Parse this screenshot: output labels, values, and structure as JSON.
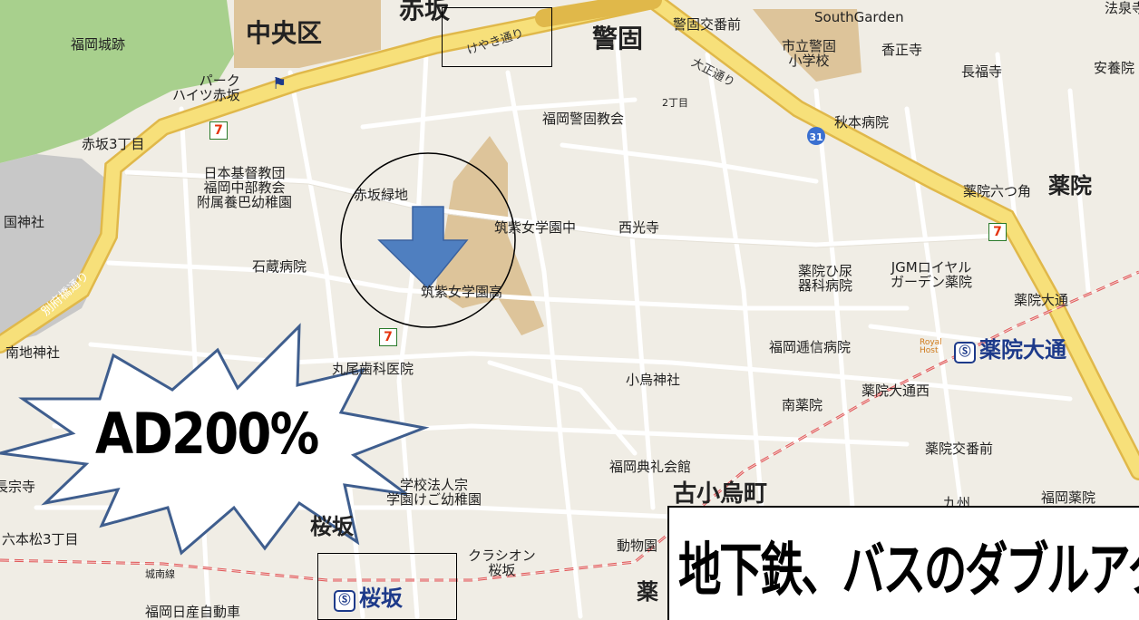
{
  "map": {
    "districts": {
      "chuo_ku": "中央区",
      "akasaka": "赤坂",
      "keigo": "警固",
      "yakuin": "薬院",
      "kosaki_machi": "古小烏町",
      "sakurazaka": "桜坂",
      "yaku_partial": "薬"
    },
    "stations": {
      "sakurazaka": "桜坂",
      "yakuin_odori": "薬院大通",
      "station_symbol": "Ⓢ"
    },
    "roads": {
      "keyaki_dori": "けやき通り",
      "taisho_dori": "大正通り",
      "beppu_bashi_dori": "別府橋通り",
      "jonan_sen": "城南線",
      "route_31": "31"
    },
    "places": [
      {
        "id": "fukuoka-castle",
        "text": "福岡城跡"
      },
      {
        "id": "park-heights",
        "text": "パーク\nハイツ赤坂"
      },
      {
        "id": "akasaka-3chome",
        "text": "赤坂3丁目"
      },
      {
        "id": "nihon-kirisuto",
        "text": "日本基督教団\n福岡中部教会\n附属養巴幼稚園"
      },
      {
        "id": "akasaka-ryokuchi",
        "text": "赤坂緑地"
      },
      {
        "id": "chikushi-jh",
        "text": "筑紫女学園中"
      },
      {
        "id": "chikushi-hs",
        "text": "筑紫女学園高"
      },
      {
        "id": "ishikura-hospital",
        "text": "石蔵病院"
      },
      {
        "id": "shrine-left",
        "text": "国神社"
      },
      {
        "id": "minami-shrine",
        "text": "南地神社"
      },
      {
        "id": "maruo-dental",
        "text": "丸尾歯科医院"
      },
      {
        "id": "gakko-hojin",
        "text": "学校法人宗\n学園けご幼稚園"
      },
      {
        "id": "rokuhommatsu-3",
        "text": "六本松3丁目"
      },
      {
        "id": "temple-left",
        "text": "長宗寺"
      },
      {
        "id": "classion-sakurazaka",
        "text": "クラシオン\n桜坂"
      },
      {
        "id": "dobutsuen",
        "text": "動物園"
      },
      {
        "id": "fukuoka-nissan",
        "text": "福岡日産自動車"
      },
      {
        "id": "keigo-koban",
        "text": "警固交番前"
      },
      {
        "id": "southgarden",
        "text": "SouthGarden"
      },
      {
        "id": "keigo-elem",
        "text": "市立警固\n小学校"
      },
      {
        "id": "koshoji",
        "text": "香正寺"
      },
      {
        "id": "chofukuji",
        "text": "長福寺"
      },
      {
        "id": "anyoji",
        "text": "安養院"
      },
      {
        "id": "hoshoji",
        "text": "法泉寺"
      },
      {
        "id": "keigo-church",
        "text": "福岡警固教会"
      },
      {
        "id": "2chome",
        "text": "2丁目"
      },
      {
        "id": "akimoto-hospital",
        "text": "秋本病院"
      },
      {
        "id": "saikoji",
        "text": "西光寺"
      },
      {
        "id": "yakuin-rokkaku",
        "text": "薬院六つ角"
      },
      {
        "id": "yakuin-urology",
        "text": "薬院ひ尿\n器科病院"
      },
      {
        "id": "jgm-royal",
        "text": "JGMロイヤル\nガーデン薬院"
      },
      {
        "id": "yakuin-odori-label",
        "text": "薬院大通"
      },
      {
        "id": "fukuoka-teishin",
        "text": "福岡逓信病院"
      },
      {
        "id": "royal-host",
        "text": "Royal\nHost"
      },
      {
        "id": "kokarasu-shrine",
        "text": "小烏神社"
      },
      {
        "id": "minami-yakuin",
        "text": "南薬院"
      },
      {
        "id": "yakuin-odori-nishi",
        "text": "薬院大通西"
      },
      {
        "id": "yakuin-koban",
        "text": "薬院交番前"
      },
      {
        "id": "fukuoka-tenrei",
        "text": "福岡典礼会館"
      },
      {
        "id": "fukuoka-pharmacy",
        "text": "福岡薬院"
      },
      {
        "id": "kyushu-partial",
        "text": "九州"
      }
    ]
  },
  "overlays": {
    "ad_burst": "AD200%",
    "banner": "地下鉄、バスのダブルアクセス。"
  },
  "colors": {
    "map_bg": "#f0ede5",
    "park_green": "#a8d08d",
    "school_tan": "#ddc49a",
    "major_road": "#f7e07a",
    "road_edge": "#e0b84a",
    "arrow_blue": "#4f7fc0",
    "rail_red": "#e05a5a"
  }
}
